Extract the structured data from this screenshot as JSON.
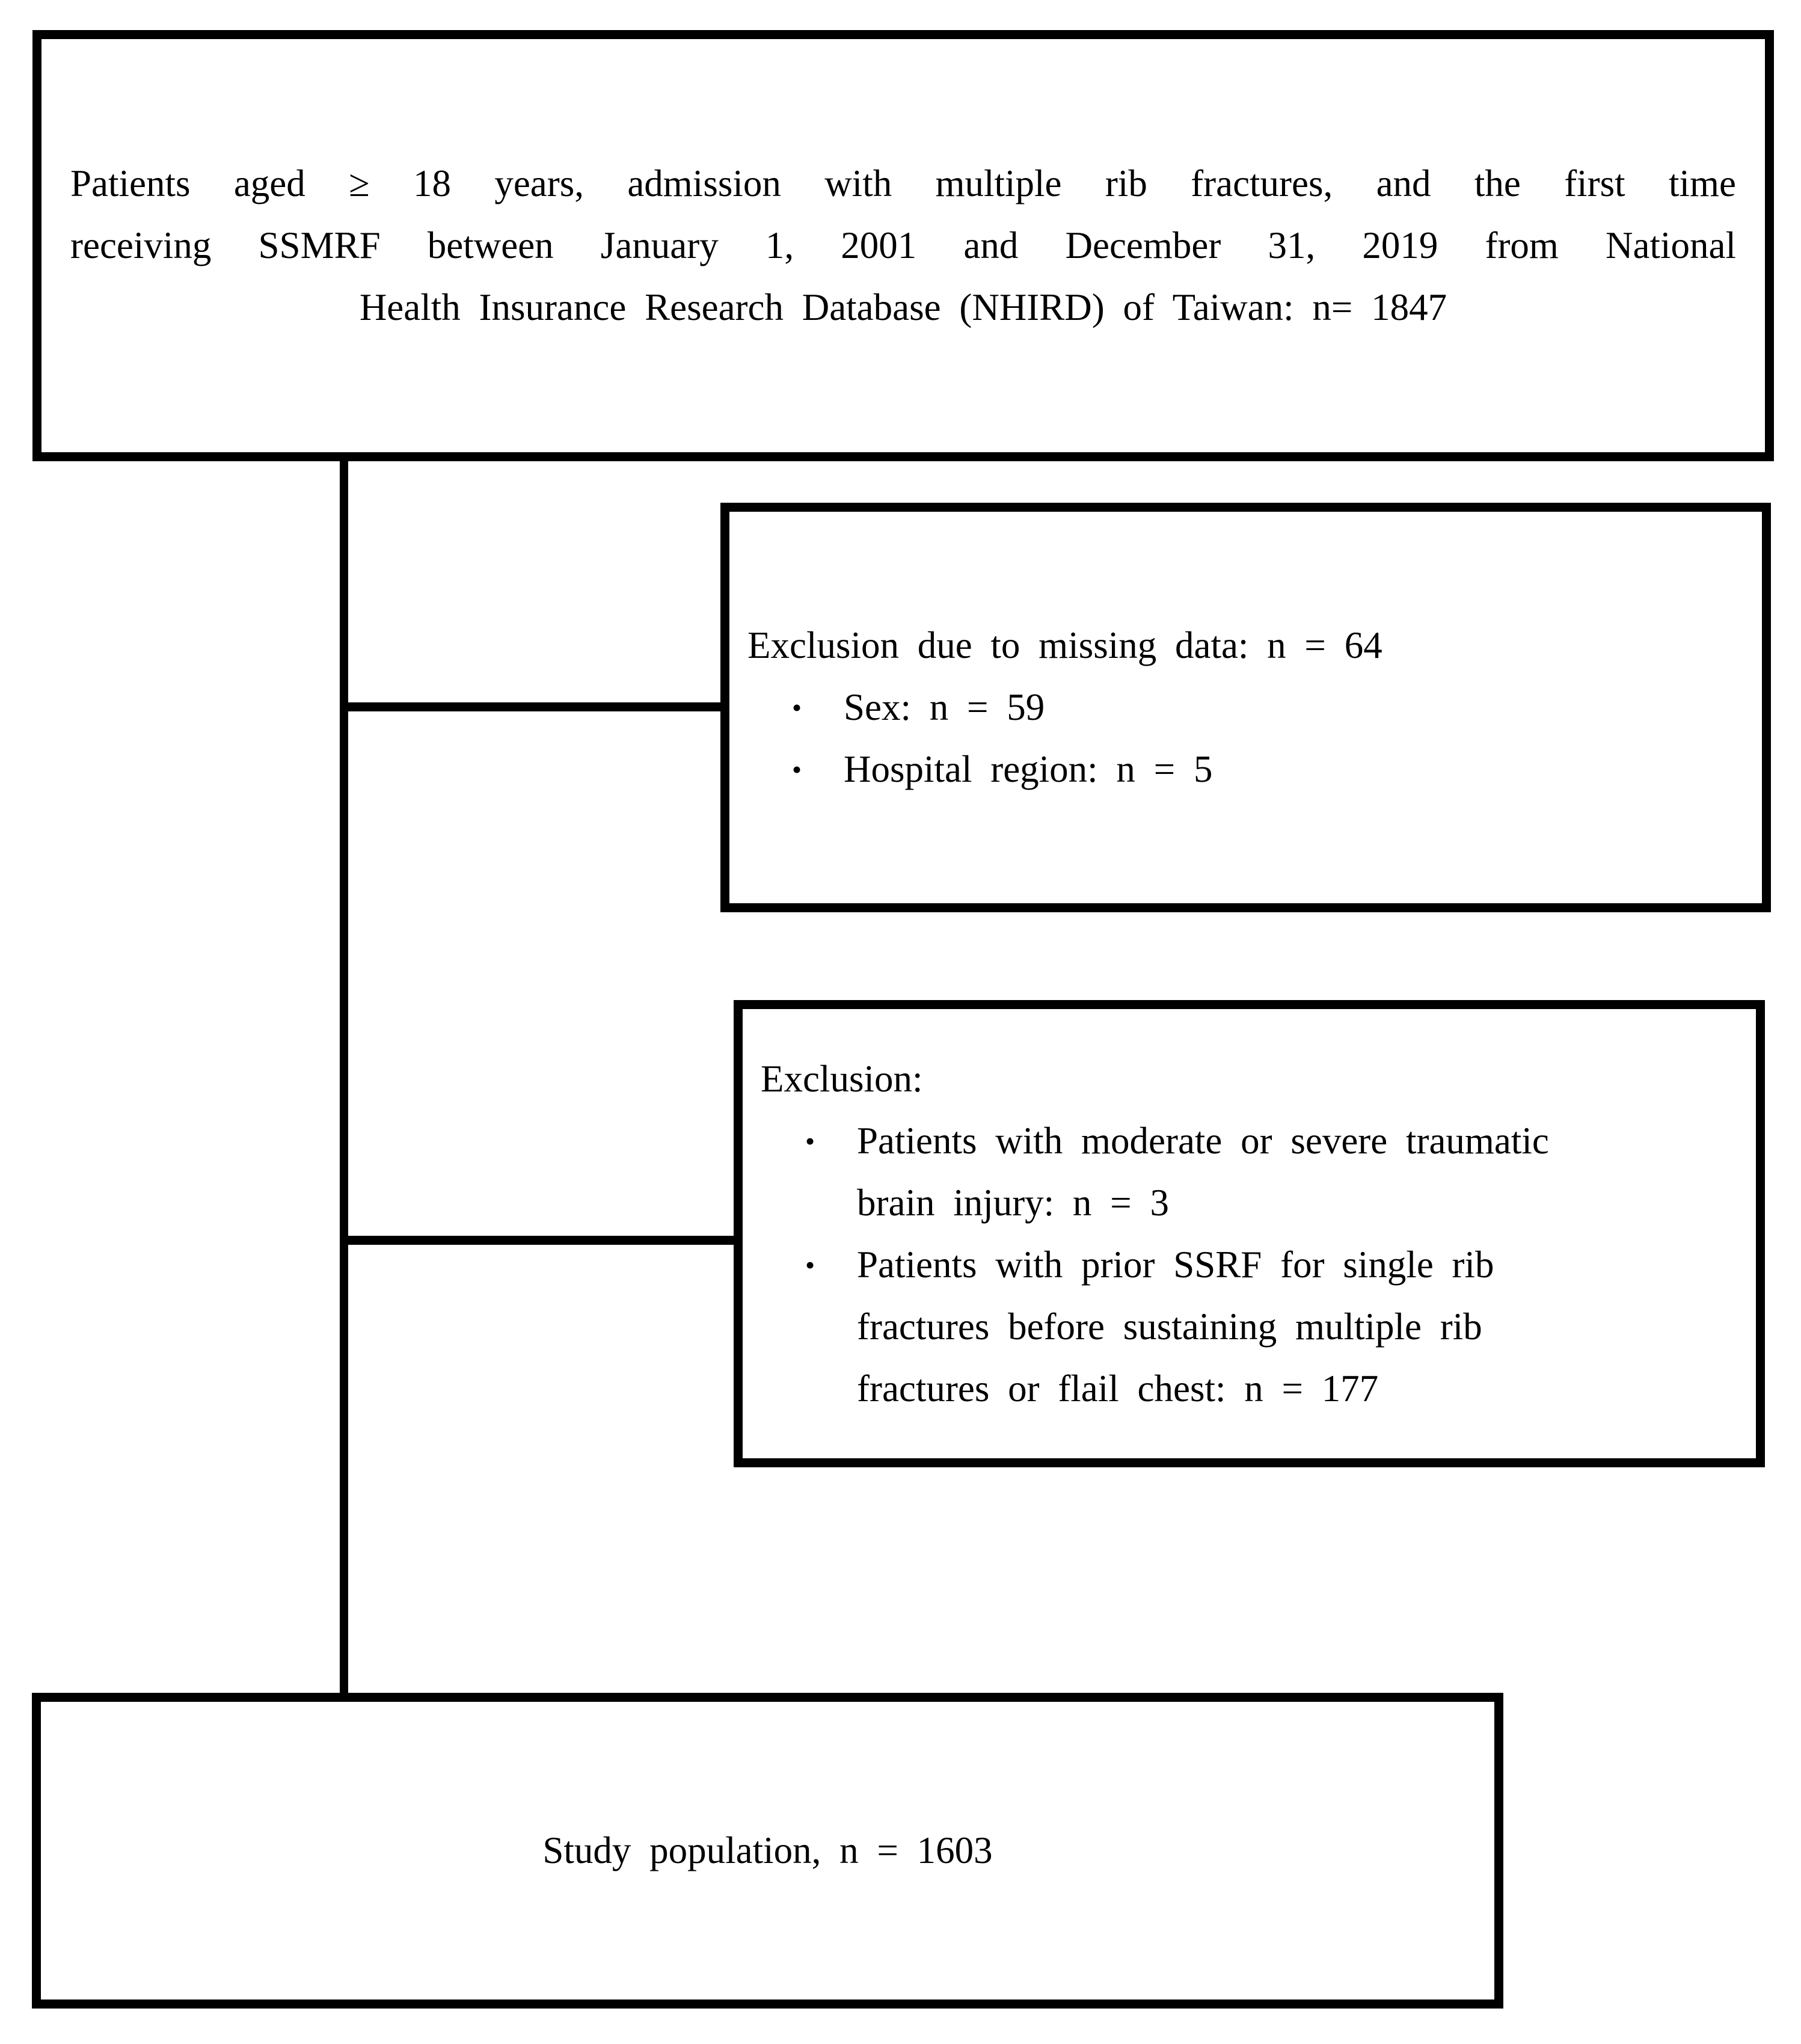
{
  "diagram": {
    "bullet_char": "•",
    "colors": {
      "line": "#000000",
      "background": "#ffffff",
      "text": "#000000"
    },
    "top_box": {
      "lines": [
        "Patients aged ≥ 18 years, admission with multiple rib fractures, and the first time",
        "receiving SSMRF between January 1, 2001 and December 31, 2019 from National",
        "Health Insurance Research Database (NHIRD) of Taiwan: n= 1847"
      ]
    },
    "exclusion_box_1": {
      "title": "Exclusion due to missing data: n = 64",
      "items": [
        {
          "lines": [
            "Sex: n = 59"
          ]
        },
        {
          "lines": [
            "Hospital region: n = 5"
          ]
        }
      ]
    },
    "exclusion_box_2": {
      "title": "Exclusion:",
      "items": [
        {
          "lines": [
            "Patients with moderate or severe traumatic",
            "brain injury: n = 3"
          ]
        },
        {
          "lines": [
            "Patients with prior SSRF for single rib",
            "fractures before sustaining multiple rib",
            "fractures or flail chest: n = 177"
          ]
        }
      ]
    },
    "bottom_box": {
      "text": "Study population, n = 1603"
    }
  }
}
